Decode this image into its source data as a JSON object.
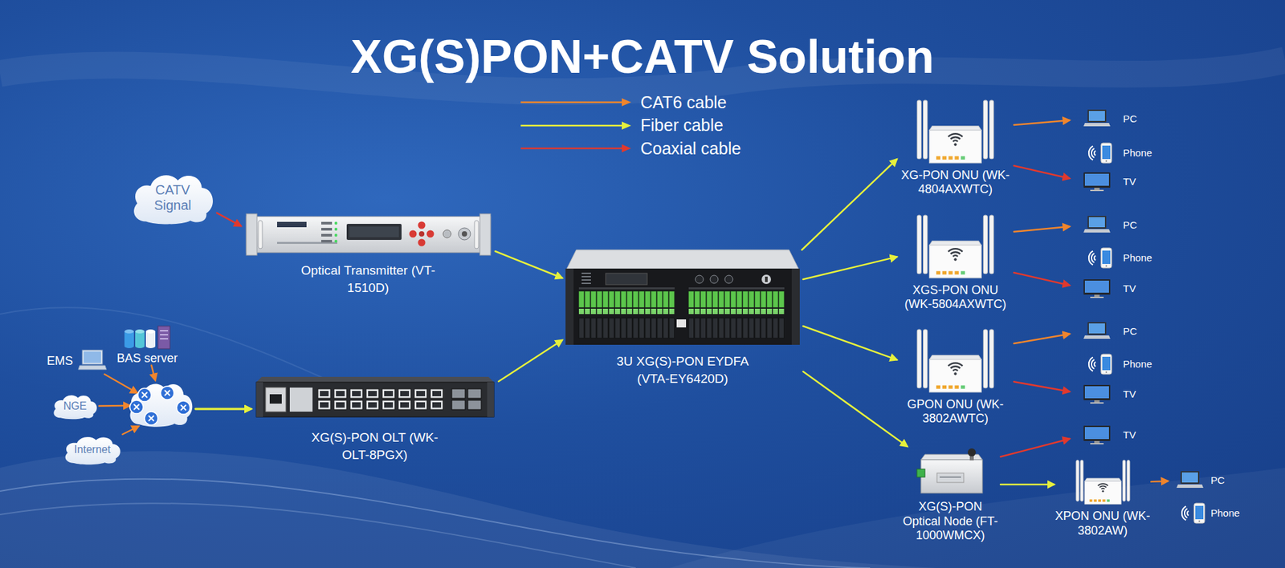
{
  "diagram": {
    "title": "XG(S)PON+CATV Solution",
    "nodes": [
      {
        "text": [
          "CATV Signal"
        ]
      },
      {
        "text": [
          "Optical Transmitter (VT-1510D)"
        ]
      },
      {
        "text": [
          "EMS"
        ]
      },
      {
        "text": [
          "BAS server"
        ]
      },
      {
        "text": [
          "NGE"
        ]
      },
      {
        "text": [
          "Internet"
        ]
      },
      {
        "text": [
          "XG(S)-PON OLT (WK-OLT-8PGX)"
        ]
      },
      {
        "text": [
          "3U XG(S)-PON EYDFA (VTA-EY6420D)"
        ]
      },
      {
        "text": [
          "XG-PON ONU (WK-4804AXWTC)"
        ]
      },
      {
        "text": [
          "PC"
        ]
      },
      {
        "text": [
          "Phone"
        ]
      },
      {
        "text": [
          "TV"
        ]
      },
      {
        "text": [
          "XGS-PON ONU (WK-5804AXWTC)"
        ]
      },
      {
        "text": [
          "PC"
        ]
      },
      {
        "text": [
          "Phone"
        ]
      },
      {
        "text": [
          "TV"
        ]
      },
      {
        "text": [
          "GPON ONU (WK-3802AWTC)"
        ]
      },
      {
        "text": [
          "PC"
        ]
      },
      {
        "text": [
          "Phone"
        ]
      },
      {
        "text": [
          "TV"
        ]
      },
      {
        "text": [
          "XG(S)-PON Optical Node (FT-1000WMCX)"
        ]
      },
      {
        "text": [
          "TV"
        ]
      },
      {
        "text": [
          "XPON ONU (WK-3802AW)"
        ]
      },
      {
        "text": [
          "PC"
        ]
      },
      {
        "text": [
          "Phone"
        ]
      }
    ],
    "edges": [
      {
        "from": 0,
        "to": 1,
        "arrow": "to"
      },
      {
        "from": 1,
        "to": 7,
        "arrow": "to"
      },
      {
        "from": 2,
        "to": 6,
        "arrow": "to"
      },
      {
        "from": 3,
        "to": 6,
        "arrow": "to"
      },
      {
        "from": 4,
        "to": 6,
        "arrow": "to"
      },
      {
        "from": 5,
        "to": 6,
        "arrow": "to"
      },
      {
        "from": 6,
        "to": 7,
        "arrow": "to"
      },
      {
        "from": 7,
        "to": 8,
        "arrow": "to"
      },
      {
        "from": 7,
        "to": 12,
        "arrow": "to"
      },
      {
        "from": 7,
        "to": 16,
        "arrow": "to"
      },
      {
        "from": 7,
        "to": 20,
        "arrow": "to"
      },
      {
        "from": 8,
        "to": 9,
        "arrow": "to"
      },
      {
        "from": 8,
        "to": 11,
        "arrow": "to"
      },
      {
        "from": 12,
        "to": 13,
        "arrow": "to"
      },
      {
        "from": 12,
        "to": 15,
        "arrow": "to"
      },
      {
        "from": 16,
        "to": 17,
        "arrow": "to"
      },
      {
        "from": 16,
        "to": 19,
        "arrow": "to"
      },
      {
        "from": 20,
        "to": 21,
        "arrow": "to"
      },
      {
        "from": 20,
        "to": 22,
        "arrow": "to"
      },
      {
        "from": 22,
        "to": 23,
        "arrow": "to"
      }
    ],
    "legend": [
      {
        "text": "CAT6 cable",
        "color": "#f0852d"
      },
      {
        "text": "Fiber cable",
        "color": "#e6f03c"
      },
      {
        "text": "Coaxial cable",
        "color": "#e0392e"
      }
    ]
  }
}
